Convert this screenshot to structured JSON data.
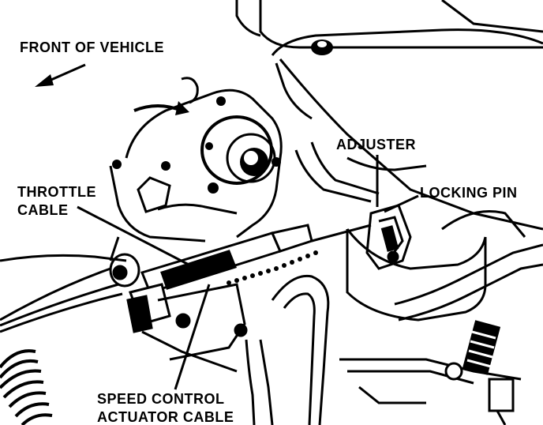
{
  "labels": {
    "front_of_vehicle": "FRONT OF VEHICLE",
    "adjuster": "ADJUSTER",
    "locking_pin": "LOCKING PIN",
    "throttle_cable_line1": "THROTTLE",
    "throttle_cable_line2": "CABLE",
    "speed_control_line1": "SPEED CONTROL",
    "speed_control_line2": "ACTUATOR CABLE"
  }
}
